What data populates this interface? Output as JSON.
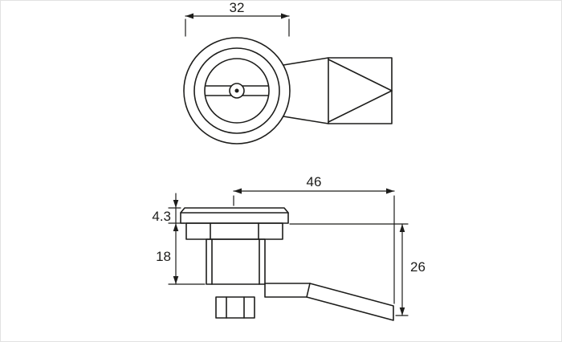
{
  "drawing": {
    "description": "quarter-turn cam lock technical drawing, top view and side view",
    "views": {
      "top_view": "lock face with cam seen from above",
      "side_view": "lock body with head, hex nut, threaded barrel, fixing nut and bent cam lever"
    },
    "dimensions": {
      "face_diameter": "32",
      "cam_length": "46",
      "head_thickness": "4.3",
      "body_length": "18",
      "cam_offset": "26"
    },
    "colors": {
      "line": "#1d1d1b",
      "background": "#ffffff"
    }
  }
}
